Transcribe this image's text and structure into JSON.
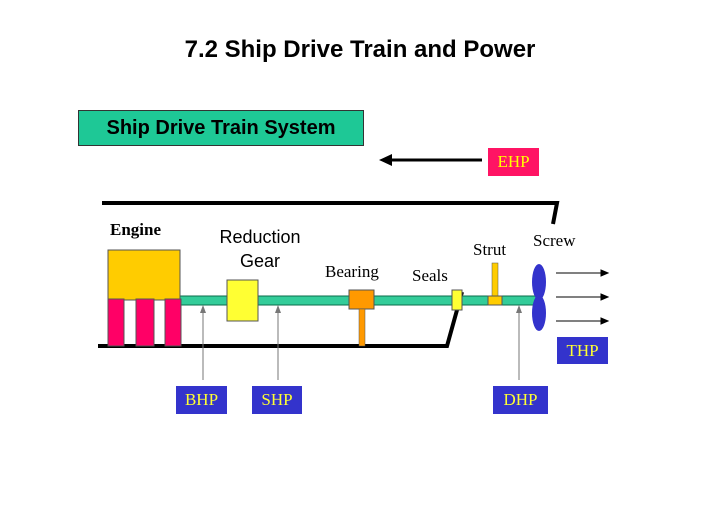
{
  "title": "7.2 Ship Drive Train and Power",
  "system_label": "Ship Drive Train System",
  "components": {
    "engine": "Engine",
    "reduction_gear": "Reduction\nGear",
    "bearing": "Bearing",
    "seals": "Seals",
    "strut": "Strut",
    "screw": "Screw"
  },
  "powers": {
    "ehp": "EHP",
    "thp": "THP",
    "bhp": "BHP",
    "shp": "SHP",
    "dhp": "DHP"
  },
  "colors": {
    "system_box": "#1ec896",
    "shaft": "#33cc99",
    "engine_block": "#ffcc00",
    "engine_cylinders": "#ff0066",
    "gear": "#ffff33",
    "bearing": "#ff9900",
    "propeller": "#3333cc",
    "power_box": "#3333cc",
    "ehp_box": "#ff1464"
  }
}
